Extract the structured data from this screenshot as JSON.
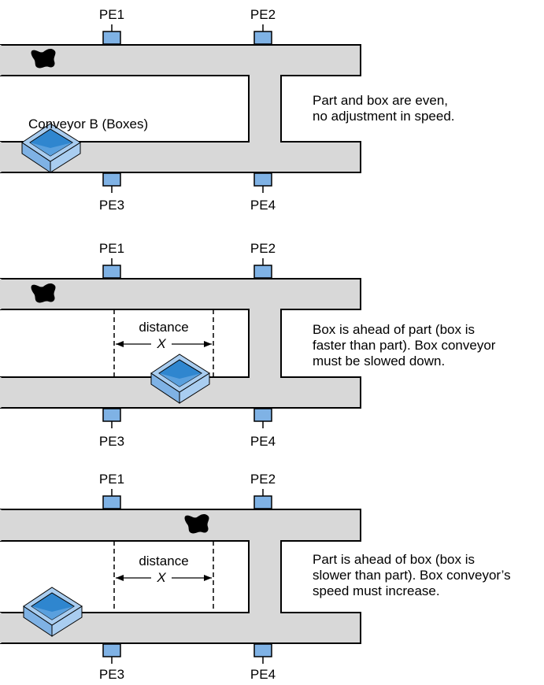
{
  "colors": {
    "conveyor_fill": "#d8d8d8",
    "conveyor_stroke": "#000000",
    "sensor_fill": "#7fb2e5",
    "box_light": "#a9cdf0",
    "box_dark": "#2f86cf",
    "part_fill": "#000000"
  },
  "icons": {
    "part": "part-icon",
    "box": "box-icon",
    "sensor": "photo-eye-sensor-icon"
  },
  "panels": [
    {
      "sensors": {
        "pe1": "PE1",
        "pe2": "PE2",
        "pe3": "PE3",
        "pe4": "PE4"
      },
      "conveyor_label": "Conveyor B (Boxes)",
      "caption": [
        "Part and box are even,",
        "no adjustment in speed."
      ]
    },
    {
      "sensors": {
        "pe1": "PE1",
        "pe2": "PE2",
        "pe3": "PE3",
        "pe4": "PE4"
      },
      "distance_label": "distance",
      "distance_var": "X",
      "caption": [
        "Box is ahead of part (box is",
        "faster than part). Box conveyor",
        "must be slowed down."
      ]
    },
    {
      "sensors": {
        "pe1": "PE1",
        "pe2": "PE2",
        "pe3": "PE3",
        "pe4": "PE4"
      },
      "distance_label": "distance",
      "distance_var": "X",
      "caption": [
        "Part is ahead of box (box is",
        "slower than part). Box conveyor’s",
        "speed must increase."
      ]
    }
  ]
}
